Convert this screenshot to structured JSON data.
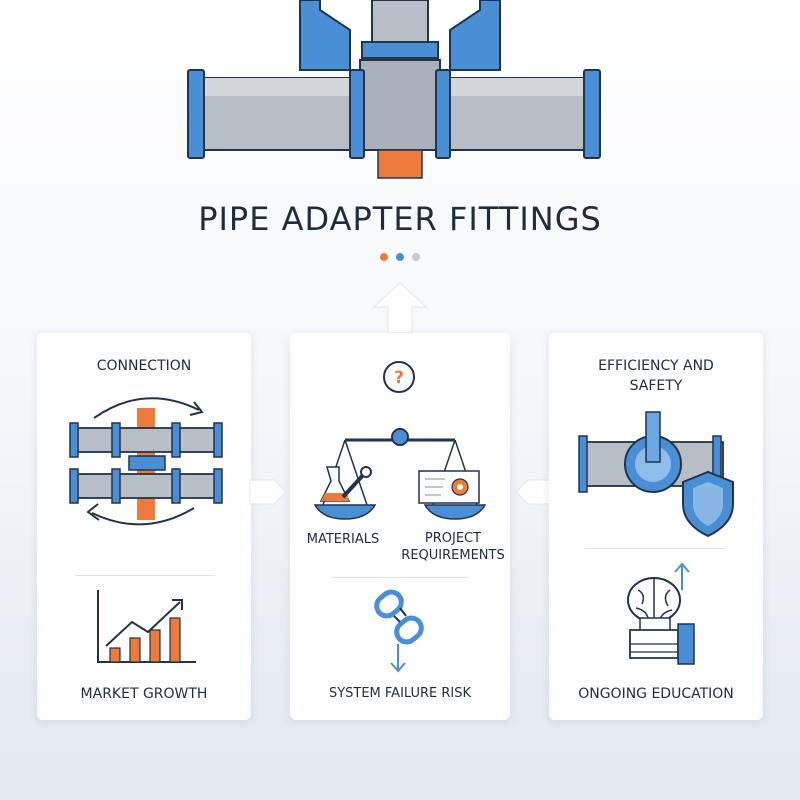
{
  "header": {
    "title": "PIPE ADAPTER FITTINGS",
    "dots": [
      "#ee7a3b",
      "#4a8fd6",
      "#c6ccd4"
    ]
  },
  "colors": {
    "accent_blue": "#4a8fd6",
    "accent_orange": "#ee7a3b",
    "pipe_gray": "#b8bec6",
    "outline": "#22344a"
  },
  "cards": {
    "left": {
      "top_label": "CONNECTION",
      "bottom_label": "MARKET GROWTH",
      "icons": [
        "pipe-connection-icon",
        "bar-chart-growth-icon"
      ]
    },
    "center": {
      "left_label": "MATERIALS",
      "right_label": "PROJECT\nREQUIREMENTS",
      "bottom_label": "SYSTEM FAILURE RISK",
      "icons": [
        "question-icon",
        "balance-scale-icon",
        "broken-link-icon"
      ]
    },
    "right": {
      "top_label": "EFFICIENCY AND\nSAFETY",
      "bottom_label": "ONGOING EDUCATION",
      "icons": [
        "pipe-water-shield-icon",
        "brain-book-icon"
      ]
    }
  }
}
